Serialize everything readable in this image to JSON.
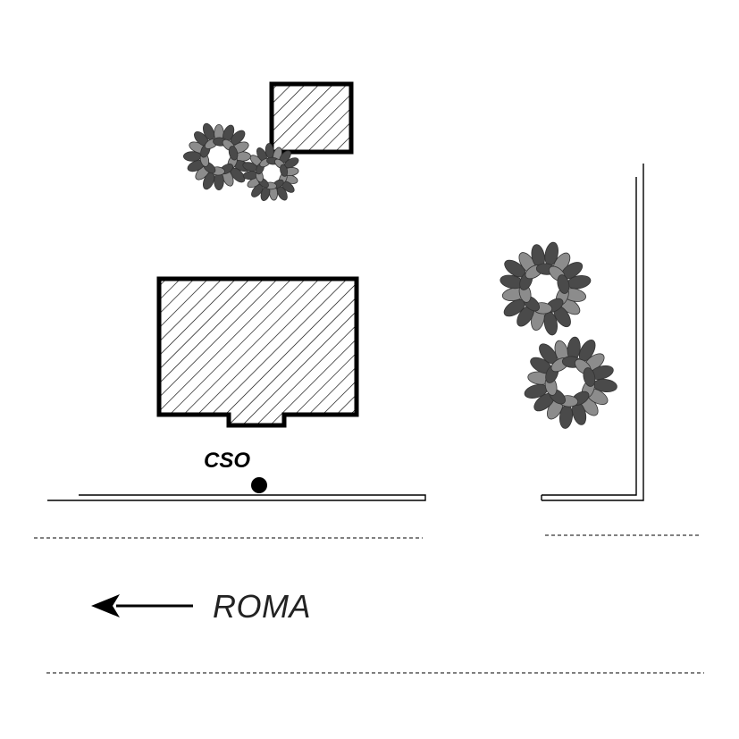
{
  "map": {
    "site_label": "CSO",
    "direction_label": "ROMA",
    "direction_arrow": "left",
    "buildings": [
      "main-building",
      "small-building"
    ],
    "trees": 4,
    "colors": {
      "outline": "#000000",
      "hatch": "#000000",
      "tree_dark": "#4a4a4a",
      "tree_light": "#8c8c8c",
      "background": "#ffffff"
    },
    "icons": [
      "tree-icon",
      "site-marker-icon",
      "arrow-left-icon"
    ]
  }
}
